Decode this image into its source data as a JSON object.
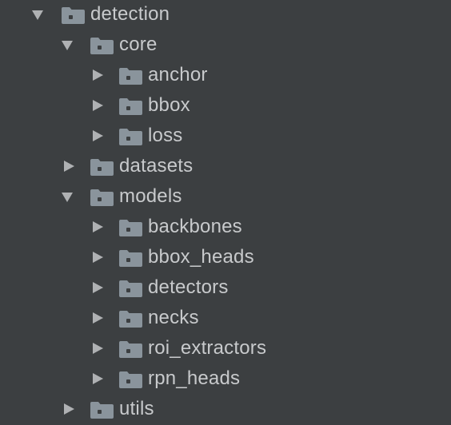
{
  "tree": {
    "items": [
      {
        "label": "detection",
        "icon": "folder-icon",
        "expanded": true,
        "depth": 0
      },
      {
        "label": "core",
        "icon": "folder-icon",
        "expanded": true,
        "depth": 1
      },
      {
        "label": "anchor",
        "icon": "folder-icon",
        "expanded": false,
        "depth": 2
      },
      {
        "label": "bbox",
        "icon": "folder-icon",
        "expanded": false,
        "depth": 2
      },
      {
        "label": "loss",
        "icon": "folder-icon",
        "expanded": false,
        "depth": 2
      },
      {
        "label": "datasets",
        "icon": "folder-icon",
        "expanded": false,
        "depth": 1
      },
      {
        "label": "models",
        "icon": "folder-icon",
        "expanded": true,
        "depth": 1
      },
      {
        "label": "backbones",
        "icon": "folder-icon",
        "expanded": false,
        "depth": 2
      },
      {
        "label": "bbox_heads",
        "icon": "folder-icon",
        "expanded": false,
        "depth": 2
      },
      {
        "label": "detectors",
        "icon": "folder-icon",
        "expanded": false,
        "depth": 2
      },
      {
        "label": "necks",
        "icon": "folder-icon",
        "expanded": false,
        "depth": 2
      },
      {
        "label": "roi_extractors",
        "icon": "folder-icon",
        "expanded": false,
        "depth": 2
      },
      {
        "label": "rpn_heads",
        "icon": "folder-icon",
        "expanded": false,
        "depth": 2
      },
      {
        "label": "utils",
        "icon": "folder-icon",
        "expanded": false,
        "depth": 1
      }
    ]
  },
  "colors": {
    "background": "#3c3f41",
    "text": "#c8cacc",
    "arrow": "#afb1b3",
    "folder": "#8a949c",
    "folder_dot": "#3c3f41"
  }
}
